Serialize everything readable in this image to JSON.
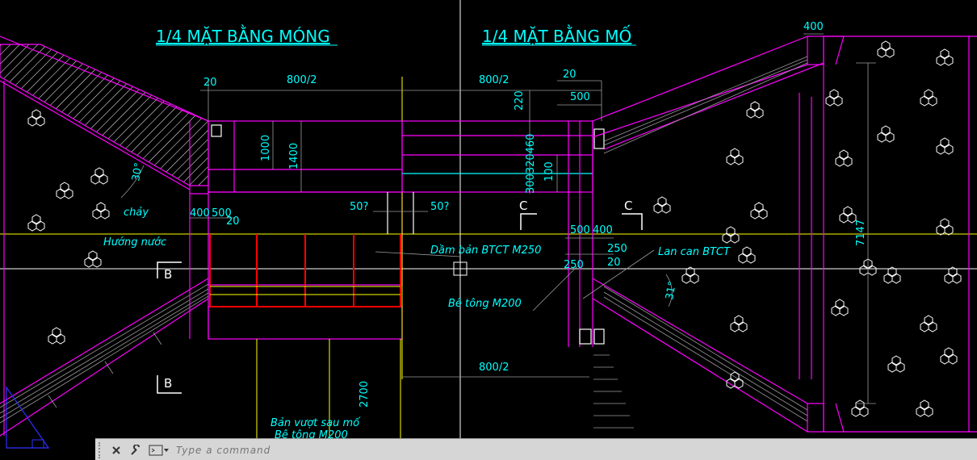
{
  "drawing": {
    "title_left": "1/4 MẶT BẰNG MÓNG",
    "title_right": "1/4 MẶT BẰNG MỐ",
    "dims": {
      "d400_top": "400",
      "d20_left": "20",
      "d800_left": "800/2",
      "d800_right": "800/2",
      "d20_right": "20",
      "d220": "220",
      "d500_top": "500",
      "d1000": "1000",
      "d1400": "1400",
      "d300320460": "300320460",
      "d100": "100",
      "d400_mid": "400",
      "d500_mid": "500",
      "d20_mid": "20",
      "d50a": "50?",
      "d50b": "50?",
      "d500_r": "500",
      "d400_r": "400",
      "d250a": "250",
      "d250b": "250",
      "d20_r2": "20",
      "d7147": "7147",
      "d800_bottom": "800/2",
      "d2700": "2700",
      "angle30": "30°",
      "angle31": "31°"
    },
    "labels": {
      "chay": "chảy",
      "huong_nuoc": "Hướng nước",
      "dam_ban": "Dầm bản BTCT M250",
      "lan_can": "Lan can BTCT",
      "be_tong": "Bê tông M200",
      "ban_vuot": "Bản vượt sau mố",
      "be_tong2": "Bê tông M200",
      "sec_B_top": "B",
      "sec_B_bottom": "B",
      "sec_C_left": "C",
      "sec_C_right": "C"
    }
  },
  "command_line": {
    "placeholder": "Type a command",
    "close_icon": "close-icon",
    "settings_icon": "wrench-icon",
    "prompt_icon": "command-prompt-icon"
  },
  "colors": {
    "magenta": "#ff00ff",
    "cyan": "#00ffff",
    "yellow": "#ffff00",
    "red": "#ff0000",
    "white": "#ffffff",
    "blue": "#3030ff",
    "gray": "#9a9a9a"
  }
}
